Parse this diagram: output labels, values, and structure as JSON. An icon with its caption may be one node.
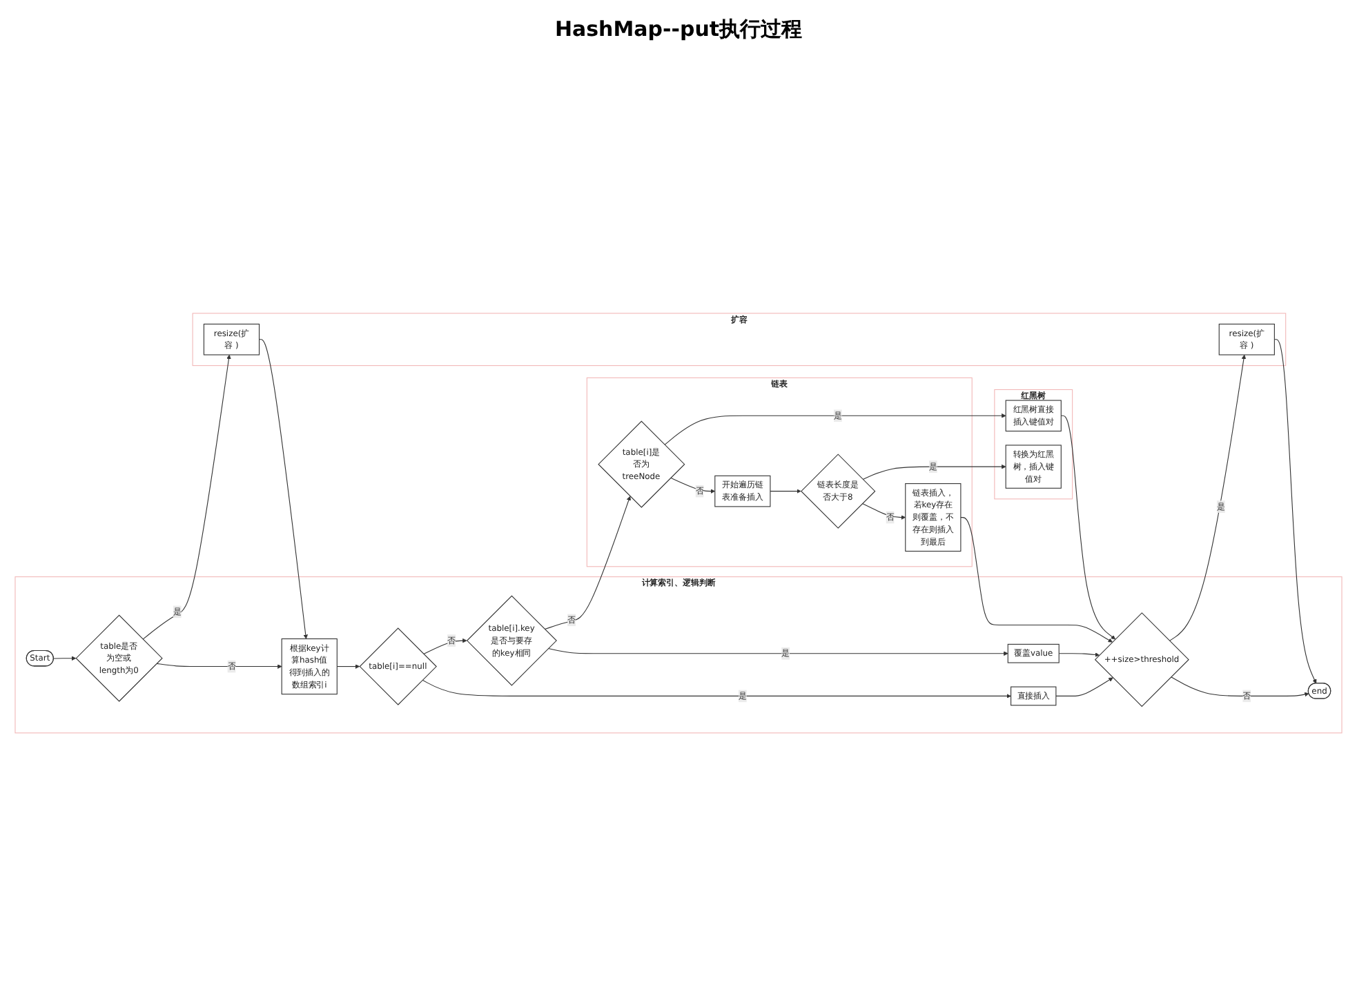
{
  "diagram": {
    "title": "HashMap--put执行过程",
    "nodes": [
      {
        "text": [
          "计算索引、逻辑判断"
        ]
      },
      {
        "text": [
          "扩容"
        ]
      },
      {
        "text": [
          "链表"
        ]
      },
      {
        "text": [
          "红黑树"
        ]
      },
      {
        "text": [
          "Start"
        ],
        "in": 0
      },
      {
        "text": [
          "table是否为空或length为0"
        ],
        "in": 0
      },
      {
        "text": [
          "根据key计算hash值得到插入的数组索引i"
        ],
        "in": 0
      },
      {
        "text": [
          "table[i]==null"
        ],
        "in": 0
      },
      {
        "text": [
          "table[i].key是否与要存的key相同"
        ],
        "in": 0
      },
      {
        "text": [
          "直接插入"
        ],
        "in": 0
      },
      {
        "text": [
          "覆盖value"
        ],
        "in": 0
      },
      {
        "text": [
          "++size>threshold"
        ],
        "in": 0
      },
      {
        "text": [
          "end"
        ],
        "in": 0
      },
      {
        "text": [
          "resize(扩容 )"
        ],
        "in": 1
      },
      {
        "text": [
          "resize(扩容 )"
        ],
        "in": 1
      },
      {
        "text": [
          "table[i]是否为treeNode"
        ],
        "in": 2
      },
      {
        "text": [
          "开始遍历链表准备插入"
        ],
        "in": 2
      },
      {
        "text": [
          "链表长度是否大于8"
        ],
        "in": 2
      },
      {
        "text": [
          "链表插入，若key存在则覆盖，不存在则插入到最后"
        ],
        "in": 2
      },
      {
        "text": [
          "红黑树直接插入键值对"
        ],
        "in": 3
      },
      {
        "text": [
          "转换为红黑树，插入键值对"
        ],
        "in": 3
      }
    ],
    "edges": [
      {
        "from": 4,
        "to": 5,
        "arrow": "to"
      },
      {
        "from": 5,
        "to": 13,
        "label": "是",
        "arrow": "to"
      },
      {
        "from": 5,
        "to": 6,
        "label": "否",
        "arrow": "to"
      },
      {
        "from": 13,
        "to": 6,
        "arrow": "to"
      },
      {
        "from": 6,
        "to": 7,
        "arrow": "to"
      },
      {
        "from": 7,
        "to": 8,
        "label": "否",
        "arrow": "to"
      },
      {
        "from": 7,
        "to": 9,
        "label": "是",
        "arrow": "to"
      },
      {
        "from": 8,
        "to": 10,
        "label": "是",
        "arrow": "to"
      },
      {
        "from": 8,
        "to": 15,
        "label": "否",
        "arrow": "to"
      },
      {
        "from": 15,
        "to": 19,
        "label": "是",
        "arrow": "to"
      },
      {
        "from": 15,
        "to": 16,
        "label": "否",
        "arrow": "to"
      },
      {
        "from": 16,
        "to": 17,
        "arrow": "to"
      },
      {
        "from": 17,
        "to": 20,
        "label": "是",
        "arrow": "to"
      },
      {
        "from": 17,
        "to": 18,
        "label": "否",
        "arrow": "to"
      },
      {
        "from": 9,
        "to": 11,
        "arrow": "to"
      },
      {
        "from": 10,
        "to": 11,
        "arrow": "to"
      },
      {
        "from": 18,
        "to": 11,
        "arrow": "to"
      },
      {
        "from": 19,
        "to": 11,
        "arrow": "to"
      },
      {
        "from": 11,
        "to": 14,
        "label": "是",
        "arrow": "to"
      },
      {
        "from": 11,
        "to": 12,
        "label": "否",
        "arrow": "to"
      },
      {
        "from": 14,
        "to": 12,
        "arrow": "to"
      }
    ]
  }
}
